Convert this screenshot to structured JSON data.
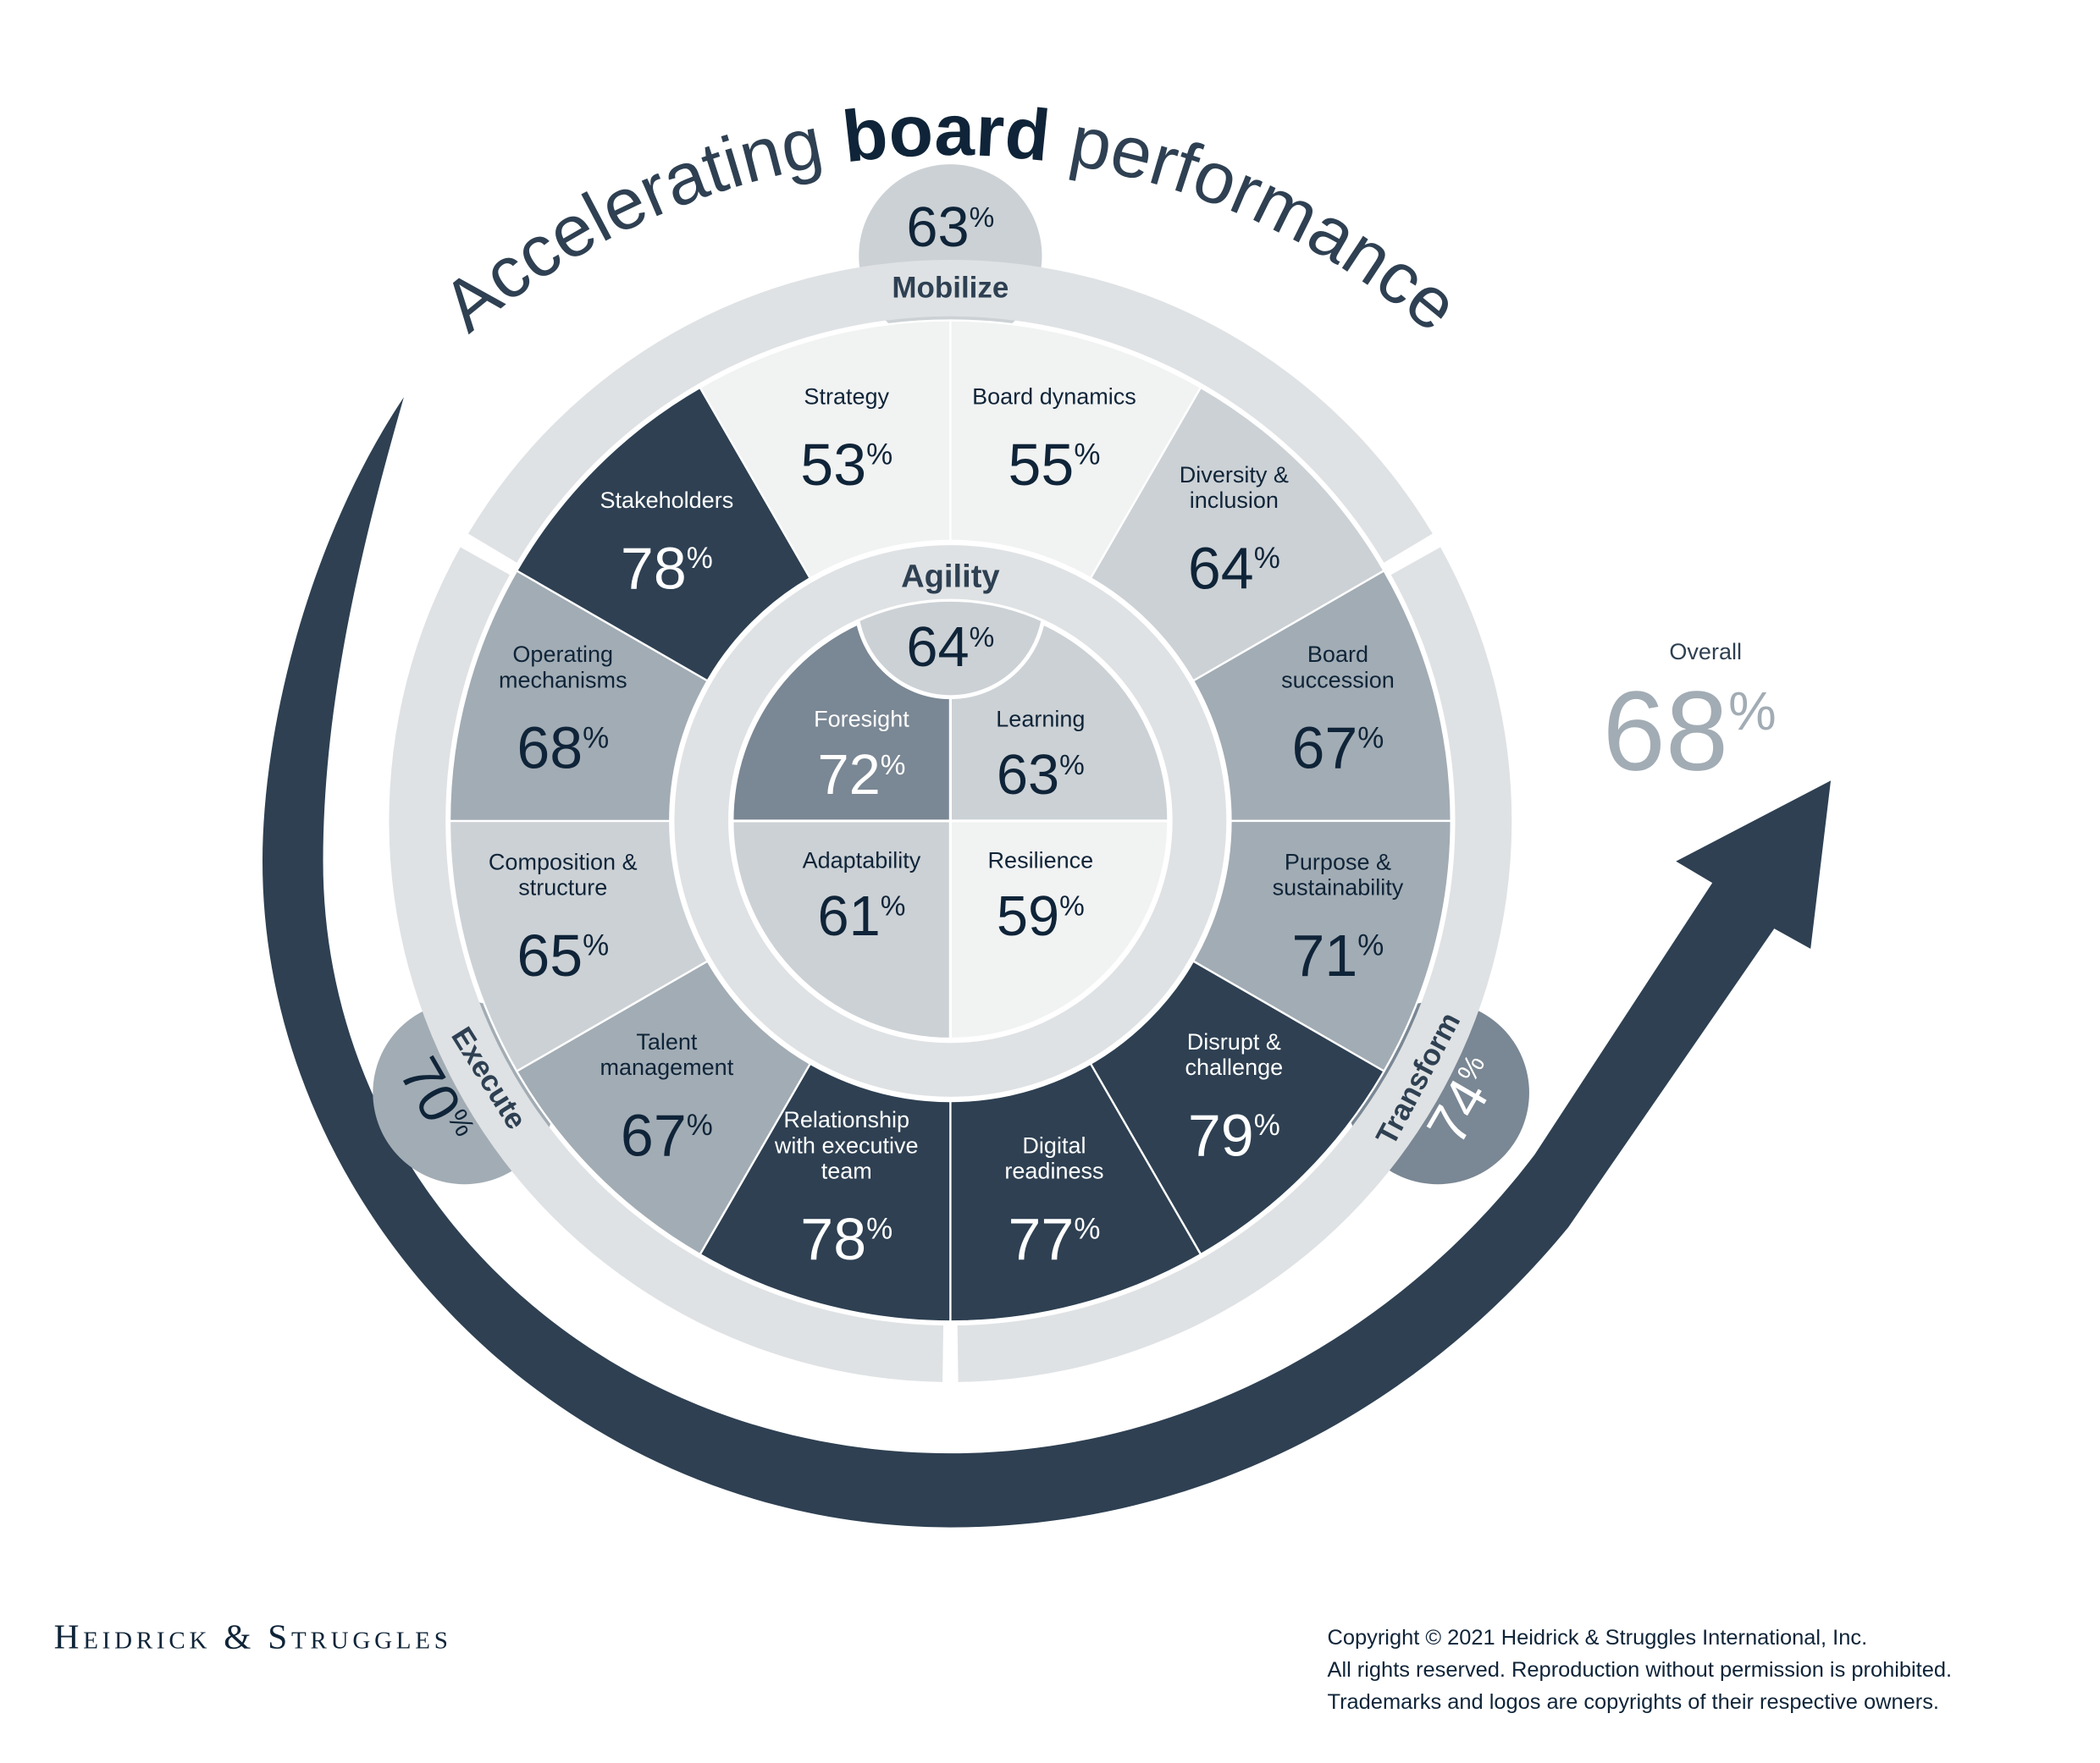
{
  "title": {
    "prefix": "Accelerating ",
    "bold": "board",
    "suffix": " performance"
  },
  "colors": {
    "lightest": "#f1f2f2",
    "light": "#ccd1d5",
    "mid": "#a2acb4",
    "darkmid": "#7a8794",
    "dark": "#2e4052",
    "ring": "#dfe2e4",
    "text": "#0f2438"
  },
  "percent_sign": "%",
  "pillars": [
    {
      "name": "Mobilize",
      "value": "63",
      "color": "#ccd1d5"
    },
    {
      "name": "Transform",
      "value": "74",
      "color": "#7a8794"
    },
    {
      "name": "Execute",
      "value": "70",
      "color": "#a2acb4"
    }
  ],
  "segments": [
    {
      "label": [
        "Board dynamics"
      ],
      "value": "55",
      "tone": "lightest"
    },
    {
      "label": [
        "Diversity &",
        "inclusion"
      ],
      "value": "64",
      "tone": "light"
    },
    {
      "label": [
        "Board",
        "succession"
      ],
      "value": "67",
      "tone": "mid"
    },
    {
      "label": [
        "Purpose &",
        "sustainability"
      ],
      "value": "71",
      "tone": "mid"
    },
    {
      "label": [
        "Disrupt &",
        "challenge"
      ],
      "value": "79",
      "tone": "dark"
    },
    {
      "label": [
        "Digital",
        "readiness"
      ],
      "value": "77",
      "tone": "dark"
    },
    {
      "label": [
        "Relationship",
        "with executive",
        "team"
      ],
      "value": "78",
      "tone": "dark"
    },
    {
      "label": [
        "Talent",
        "management"
      ],
      "value": "67",
      "tone": "mid"
    },
    {
      "label": [
        "Composition &",
        "structure"
      ],
      "value": "65",
      "tone": "light"
    },
    {
      "label": [
        "Operating",
        "mechanisms"
      ],
      "value": "68",
      "tone": "mid"
    },
    {
      "label": [
        "Stakeholders"
      ],
      "value": "78",
      "tone": "dark"
    },
    {
      "label": [
        "Strategy"
      ],
      "value": "53",
      "tone": "lightest"
    }
  ],
  "agility": {
    "name": "Agility",
    "value": "64",
    "quadrants": [
      {
        "label": "Learning",
        "value": "63",
        "tone": "light"
      },
      {
        "label": "Resilience",
        "value": "59",
        "tone": "lightest"
      },
      {
        "label": "Adaptability",
        "value": "61",
        "tone": "light"
      },
      {
        "label": "Foresight",
        "value": "72",
        "tone": "darkmid"
      }
    ]
  },
  "overall": {
    "label": "Overall",
    "value": "68"
  },
  "footer": {
    "logo": "Heidrick & Struggles",
    "copyright": [
      "Copyright © 2021 Heidrick & Struggles International, Inc.",
      "All rights reserved. Reproduction without permission is prohibited.",
      "Trademarks and logos are copyrights of their respective owners."
    ]
  }
}
